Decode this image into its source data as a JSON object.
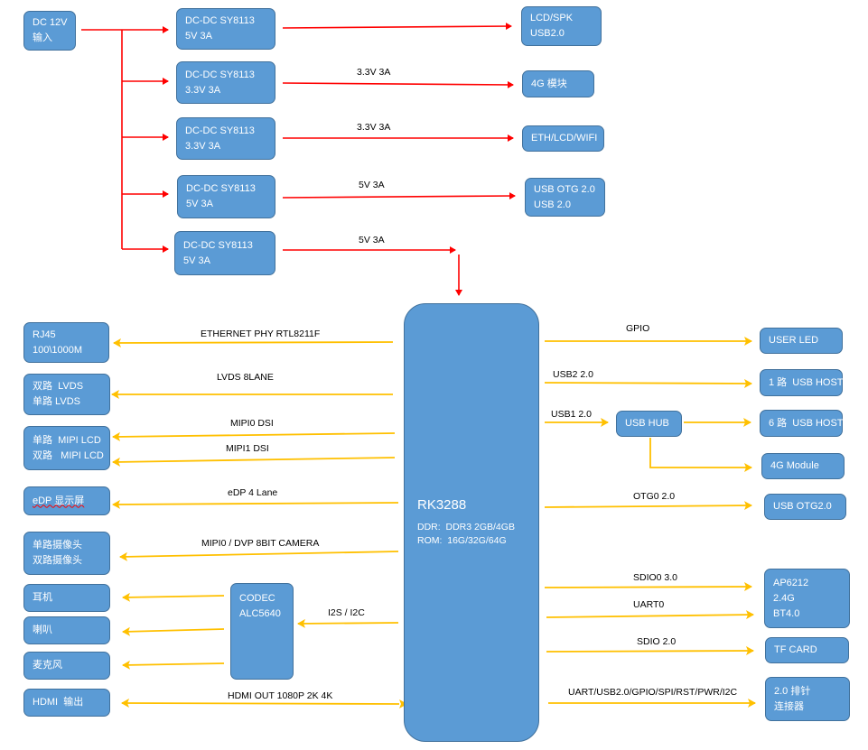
{
  "power": {
    "input": "DC 12V\n输入",
    "regulators": [
      "DC-DC SY8113\n5V 3A",
      "DC-DC SY8113\n3.3V 3A",
      "DC-DC SY8113\n3.3V 3A",
      "DC-DC SY8113\n5V 3A",
      "DC-DC SY8113\n5V 3A"
    ],
    "outputs": [
      "LCD/SPK\nUSB2.0",
      "4G 模块",
      "ETH/LCD/WIFI",
      "USB OTG 2.0\nUSB 2.0"
    ],
    "rail_labels": [
      "3.3V 3A",
      "3.3V 3A",
      "5V 3A",
      "5V 3A"
    ]
  },
  "soc": {
    "name": "RK3288",
    "ddr": "DDR:  DDR3 2GB/4GB",
    "rom": "ROM:  16G/32G/64G"
  },
  "left_blocks": {
    "rj45": "RJ45\n100\\1000M",
    "lvds": "双路  LVDS\n单路 LVDS",
    "mipi_lcd": "单路  MIPI LCD\n双路   MIPI LCD",
    "edp": "eDP 显示屏",
    "camera": "单路摄像头\n双路摄像头",
    "earphone": "耳机",
    "speaker": "喇叭",
    "mic": "麦克风",
    "hdmi": "HDMI  输出",
    "codec": "CODEC\nALC5640"
  },
  "left_labels": {
    "ethernet": "ETHERNET PHY RTL8211F",
    "lvds": "LVDS     8LANE",
    "mipi0": "MIPI0 DSI",
    "mipi1": "MIPI1 DSI",
    "edp": "eDP 4 Lane",
    "camera": "MIPI0 / DVP 8BIT CAMERA",
    "i2s": "I2S / I2C",
    "hdmi": "HDMI OUT 1080P 2K 4K"
  },
  "right_blocks": {
    "user_led": "USER LED",
    "usb_host1": "1 路  USB HOST",
    "usb_hub": "USB HUB",
    "usb_host6": "6 路  USB HOST",
    "module4g": "4G Module",
    "usb_otg": "USB OTG2.0",
    "ap6212": "AP6212\n2.4G\nBT4.0",
    "tf_card": "TF CARD",
    "header": "2.0 排针\n连接器"
  },
  "right_labels": {
    "gpio": "GPIO",
    "usb2": "USB2 2.0",
    "usb1": "USB1   2.0",
    "otg0": "OTG0 2.0",
    "sdio0": "SDIO0     3.0",
    "uart0": "UART0",
    "sdio2": "SDIO 2.0",
    "misc": "UART/USB2.0/GPIO/SPI/RST/PWR/I2C"
  },
  "colors": {
    "box_fill": "#5b9bd5",
    "box_border": "#41719c",
    "power_arrow": "#ff0000",
    "signal_arrow": "#ffc000"
  }
}
